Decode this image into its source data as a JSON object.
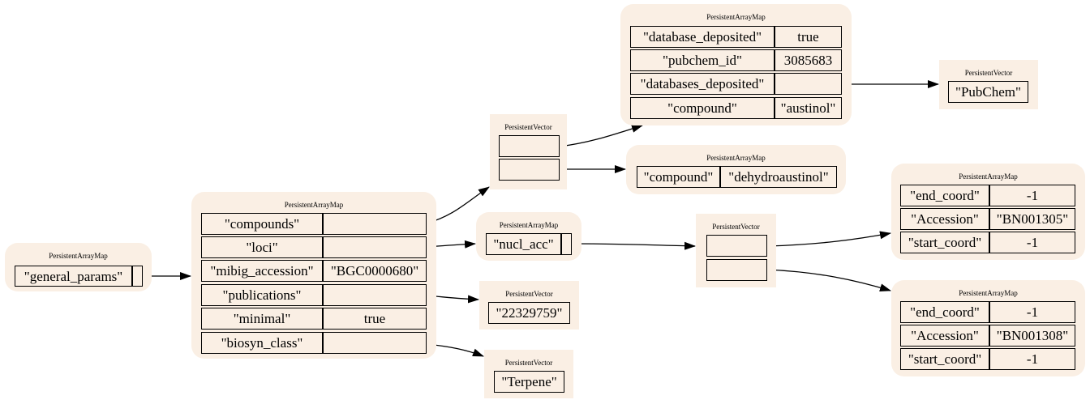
{
  "nodes": {
    "n1": {
      "title": "PersistentArrayMap",
      "key": "\"general_params\""
    },
    "n2": {
      "title": "PersistentArrayMap",
      "rows": [
        {
          "key": "\"compounds\"",
          "value": ""
        },
        {
          "key": "\"loci\"",
          "value": ""
        },
        {
          "key": "\"mibig_accession\"",
          "value": "\"BGC0000680\""
        },
        {
          "key": "\"publications\"",
          "value": ""
        },
        {
          "key": "\"minimal\"",
          "value": "true"
        },
        {
          "key": "\"biosyn_class\"",
          "value": ""
        }
      ]
    },
    "n3": {
      "title": "PersistentVector"
    },
    "n4": {
      "title": "PersistentArrayMap",
      "key": "\"nucl_acc\""
    },
    "n5": {
      "title": "PersistentVector",
      "value": "\"22329759\""
    },
    "n6": {
      "title": "PersistentVector",
      "value": "\"Terpene\""
    },
    "n7": {
      "title": "PersistentArrayMap",
      "rows": [
        {
          "key": "\"database_deposited\"",
          "value": "true"
        },
        {
          "key": "\"pubchem_id\"",
          "value": "3085683"
        },
        {
          "key": "\"databases_deposited\"",
          "value": ""
        },
        {
          "key": "\"compound\"",
          "value": "\"austinol\""
        }
      ]
    },
    "n8": {
      "title": "PersistentArrayMap",
      "key": "\"compound\"",
      "value": "\"dehydroaustinol\""
    },
    "n9": {
      "title": "PersistentVector",
      "value": "\"PubChem\""
    },
    "n10": {
      "title": "PersistentVector"
    },
    "n11": {
      "title": "PersistentArrayMap",
      "rows": [
        {
          "key": "\"end_coord\"",
          "value": "-1"
        },
        {
          "key": "\"Accession\"",
          "value": "\"BN001305\""
        },
        {
          "key": "\"start_coord\"",
          "value": "-1"
        }
      ]
    },
    "n12": {
      "title": "PersistentArrayMap",
      "rows": [
        {
          "key": "\"end_coord\"",
          "value": "-1"
        },
        {
          "key": "\"Accession\"",
          "value": "\"BN001308\""
        },
        {
          "key": "\"start_coord\"",
          "value": "-1"
        }
      ]
    }
  }
}
